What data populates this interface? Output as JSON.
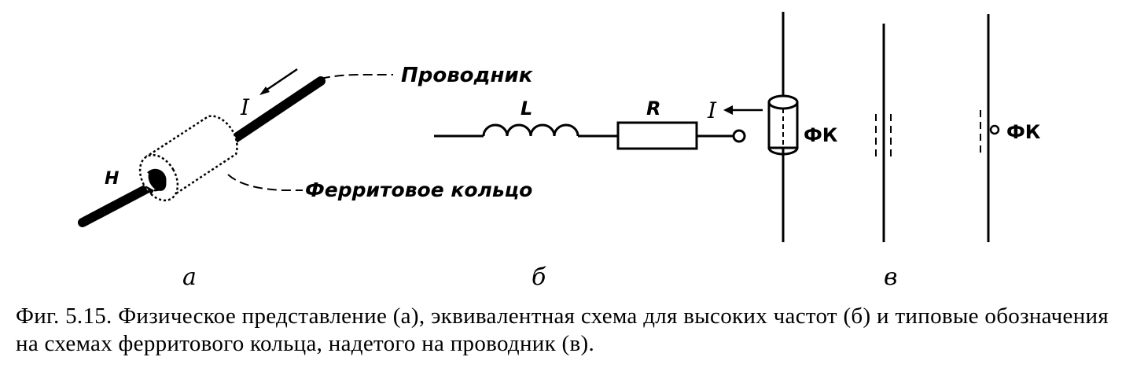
{
  "panel_a": {
    "label_conductor": "Проводник",
    "label_ring": "Ферритовое кольцо",
    "label_current": "I",
    "label_field": "H",
    "panel_letter": "а"
  },
  "panel_b": {
    "label_inductor": "L",
    "label_resistor": "R",
    "label_current": "I",
    "label_fk": "ФК",
    "panel_letter": "б"
  },
  "panel_c": {
    "label_fk": "ФК",
    "panel_letter": "в"
  },
  "caption": {
    "text": "Фиг. 5.15. Физическое представление (а), эквивалентная схема для высоких частот (б) и типовые обозначения на схемах ферритового кольца, надетого на проводник (в)."
  }
}
